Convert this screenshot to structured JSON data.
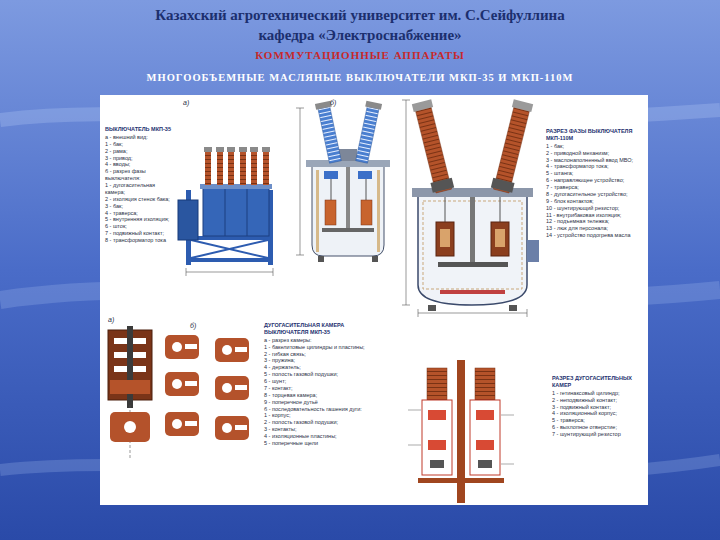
{
  "diagram": {
    "title": "МНОГООБЪЕМНЫЕ МАСЛЯНЫЕ ВЫКЛЮЧАТЕЛИ МКП-35 И МКП-110М",
    "labels": [
      "Казахский агротехнический университет им. С.Сейфуллина",
      "кафедра «Электроснабжение»",
      "КОММУТАЦИОННЫЕ АППАРАТЫ",
      "а)",
      "б)",
      "а)",
      "б)",
      "ВЫКЛЮЧАТЕЛЬ МКП-35",
      "а - внешний вид:",
      "1 - бак;",
      "2 - рама;",
      "3 - привод;",
      "4 - вводы;",
      "б - разрез фазы выключателя:",
      "1 - дугогасительная камера;",
      "2 - изоляция стенок бака;",
      "3 - бак;",
      "4 - траверса;",
      "5 - внутренняя изоляция;",
      "6 - шток;",
      "7 - подвижный контакт;",
      "8 - трансформатор тока",
      "РАЗРЕЗ ФАЗЫ ВЫКЛЮЧАТЕЛЯ МКП-110М",
      "1 - бак;",
      "2 - приводной механизм;",
      "3 - маслонаполненный ввод МВО;",
      "4 - трансформатор тока;",
      "5 - штанга;",
      "6 - направляющее устройство;",
      "7 - траверса;",
      "8 - дугогасительное устройство;",
      "9 - блок контактов;",
      "10 - шунтирующий резистор;",
      "11 - внутрибаковая изоляция;",
      "12 - подъемная тележка;",
      "13 - люк для персонала;",
      "14 - устройство подогрева масла",
      "ДУГОГАСИТЕЛЬНАЯ КАМЕРА ВЫКЛЮЧАТЕЛЯ МКП-35",
      "а - разрез камеры:",
      "1 - бакелитовые цилиндры и пластины;",
      "2 - гибкая связь;",
      "3 - пружина;",
      "4 - держатель;",
      "5 - полость газовой подушки;",
      "6 - шунт;",
      "7 - контакт;",
      "8 - торцевая камера;",
      "9 - поперечное дутьё",
      "б - последовательность гашения дуги:",
      "1 - корпус;",
      "2 - полость газовой подушки;",
      "3 - контакты;",
      "4 - изоляционные пластины;",
      "5 - поперечные щели",
      "РАЗРЕЗ ДУГОГАСИТЕЛЬНЫХ КАМЕР",
      "1 - гетинаксовый цилиндр;",
      "2 - неподвижный контакт;",
      "3 - подвижный контакт;",
      "4 - изоляционный корпус;",
      "5 - траверса;",
      "6 - выхлопное отверстие;",
      "7 - шунтирующий резистор"
    ]
  }
}
